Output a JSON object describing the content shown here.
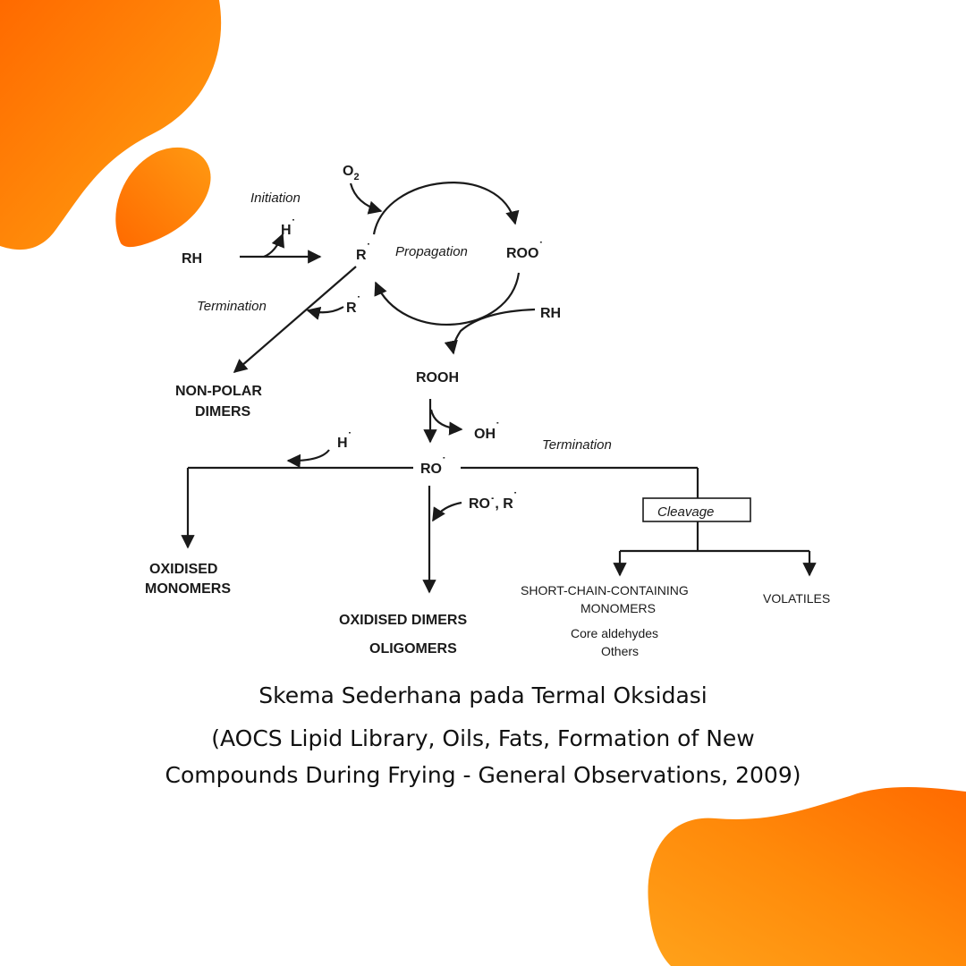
{
  "diagram": {
    "nodes": {
      "rh_left": "RH",
      "r_radical": "R",
      "roo_radical": "ROO",
      "rh_right": "RH",
      "rooh": "ROOH",
      "oh_radical": "OH",
      "ro_radical": "RO",
      "h_radical_initiation": "H",
      "h_radical_left": "H",
      "r_radical_termination": "R",
      "ro_r_radicals": "RO˙, R",
      "non_polar_dimers_line1": "NON-POLAR",
      "non_polar_dimers_line2": "DIMERS",
      "oxidised_monomers_line1": "OXIDISED",
      "oxidised_monomers_line2": "MONOMERS",
      "oxidised_dimers": "OXIDISED DIMERS",
      "oligomers": "OLIGOMERS",
      "short_chain_line1": "SHORT-CHAIN-CONTAINING",
      "short_chain_line2": "MONOMERS",
      "core_aldehydes": "Core aldehydes",
      "others": "Others",
      "volatiles": "VOLATILES",
      "oxygen": "O",
      "oxygen_subscript": "2",
      "radical_dot": "˙"
    },
    "labels": {
      "initiation": "Initiation",
      "propagation": "Propagation",
      "termination_left": "Termination",
      "termination_right": "Termination",
      "cleavage": "Cleavage"
    }
  },
  "caption": {
    "line1": "Skema Sederhana pada Termal Oksidasi",
    "line2": "(AOCS Lipid Library, Oils, Fats, Formation of New",
    "line3": "Compounds During Frying - General Observations, 2009)"
  },
  "colors": {
    "blob_light": "#ffa21a",
    "blob_dark": "#ff6a00",
    "ink": "#1a1a1a"
  }
}
